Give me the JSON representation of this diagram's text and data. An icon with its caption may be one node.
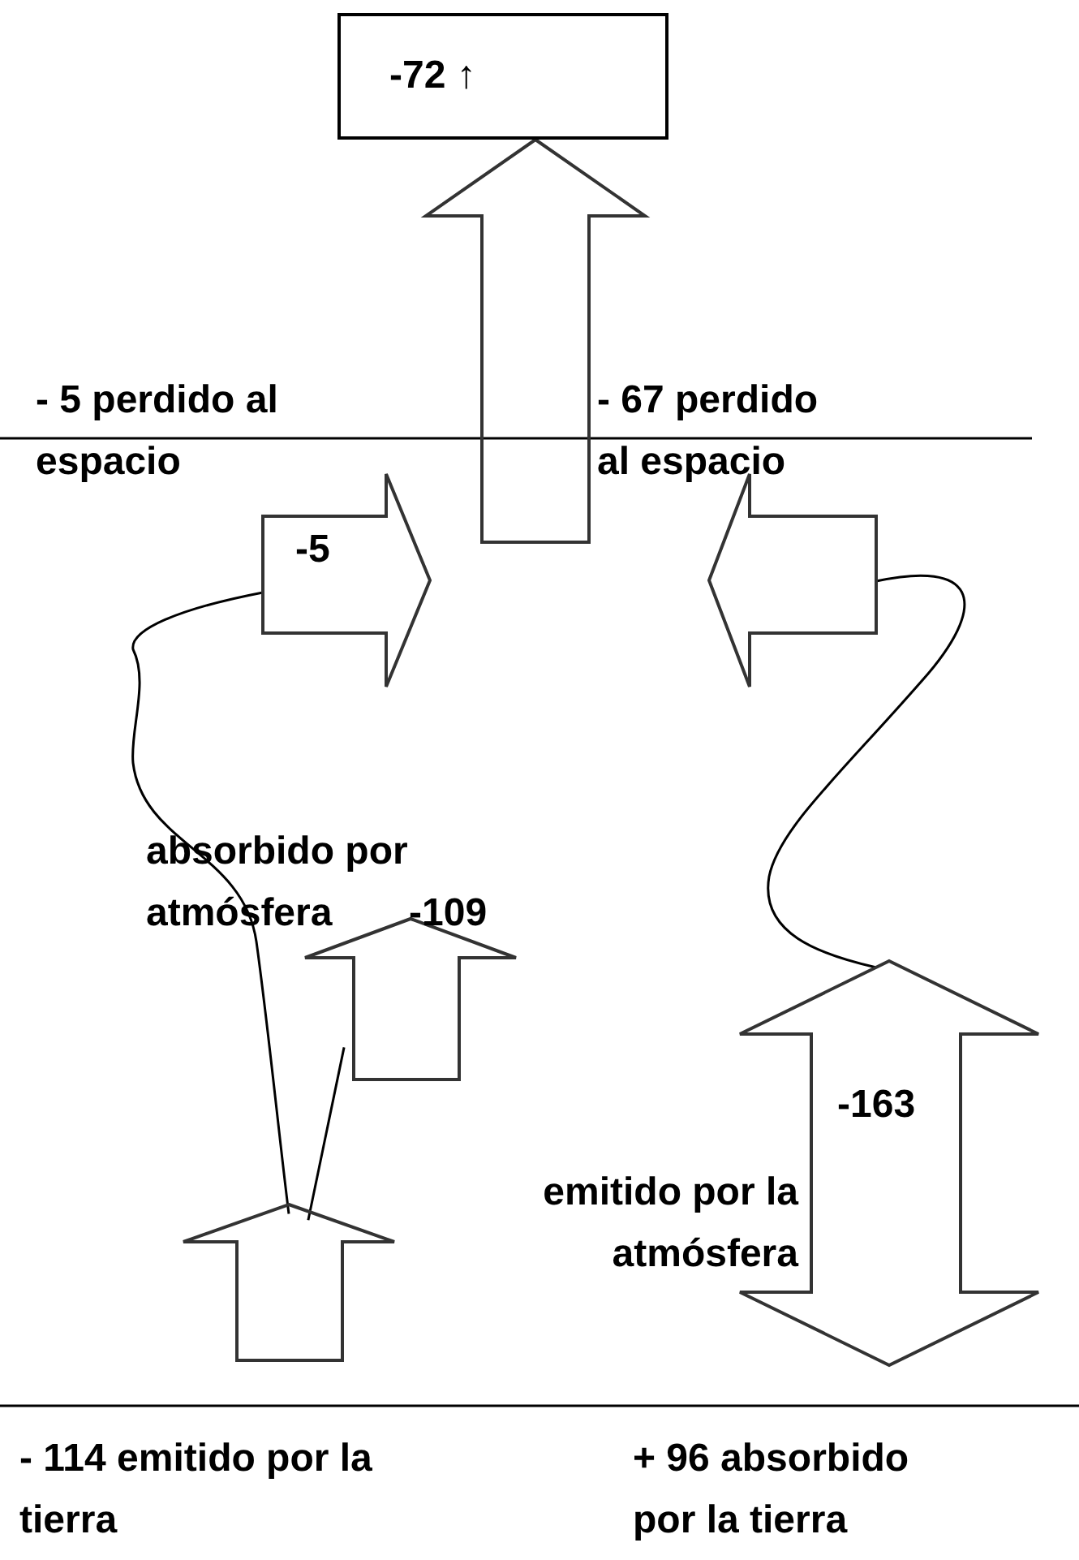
{
  "diagram": {
    "nodes": [
      {
        "text": [
          "-72 ↑"
        ]
      },
      {
        "text": [
          "-5"
        ],
        "beside": [
          "- 5 perdido al espacio"
        ]
      },
      {
        "text": [],
        "shape": "arrow",
        "beside": [
          "- 67 perdido al espacio"
        ]
      },
      {
        "text": [],
        "shape": "arrow",
        "beside": [
          "absorbido por atmósfera",
          "-109"
        ]
      },
      {
        "text": [],
        "shape": "arrow",
        "beside": [
          "- 114 emitido por la tierra"
        ]
      },
      {
        "text": [
          "-163"
        ],
        "beside": [
          "emitido por la atmósfera"
        ]
      }
    ],
    "edges": [
      {
        "from": 1,
        "to": 4,
        "arrow": "none"
      },
      {
        "from": 4,
        "to": 3,
        "arrow": "none"
      },
      {
        "from": 2,
        "to": 5,
        "arrow": "none"
      },
      {
        "from": null,
        "to": 0,
        "arrow": "to",
        "style": "thick"
      }
    ],
    "labels": [
      "+ 96 absorbido por la tierra"
    ]
  }
}
